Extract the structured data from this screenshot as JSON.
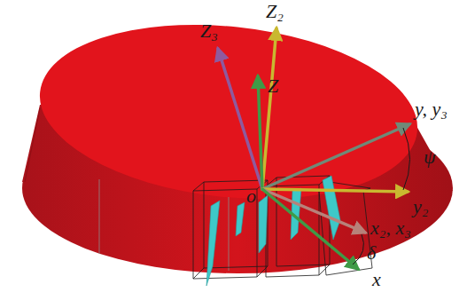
{
  "diagram": {
    "labels": [
      "Z₃",
      "Z",
      "Z₂",
      "y, y₃",
      "ψ",
      "y₂",
      "o",
      "x₂, x₃",
      "δ",
      "x"
    ]
  }
}
